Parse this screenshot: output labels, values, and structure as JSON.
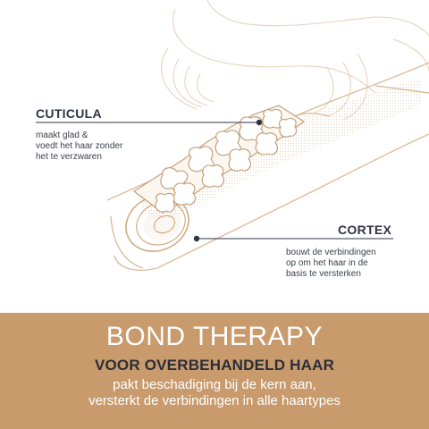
{
  "cuticula": {
    "title": "CUTICULA",
    "description": "maakt glad &\nvoedt het haar zonder\nhet te verzwaren"
  },
  "cortex": {
    "title": "CORTEX",
    "description": "bouwt de verbindingen\nop om het haar in de\nbasis te versterken"
  },
  "banner": {
    "title": "BOND THERAPY",
    "subtitle": "VOOR OVERBEHANDELD HAAR",
    "line1": "pakt beschadiging bij de kern aan,",
    "line2": "versterkt de verbindingen in alle haartypes"
  },
  "colors": {
    "banner_bg": "#c89a6c",
    "line_art": "#e2c7aa",
    "line_dark": "#d2ab82",
    "pointer": "#2d3442"
  }
}
